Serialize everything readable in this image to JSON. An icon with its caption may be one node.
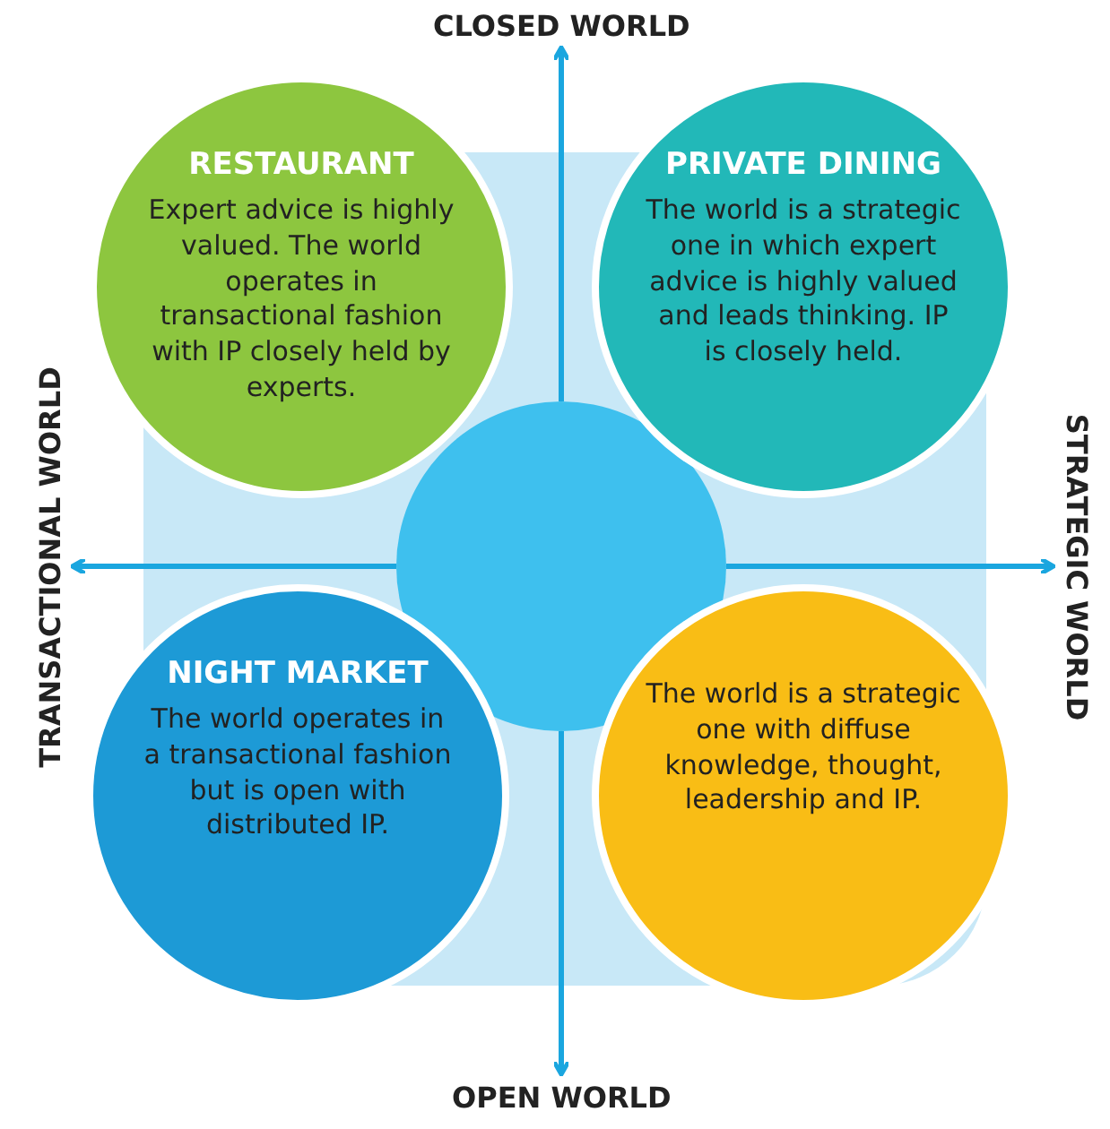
{
  "diagram": {
    "nodes": [
      {
        "text": [
          "RESTAURANT",
          "Expert advice is highly valued. The world operates in transactional fashion with IP closely held by experts."
        ]
      },
      {
        "text": [
          "PRIVATE DINING",
          "The world is a strategic one in which expert advice is highly valued and leads thinking. IP is closely held."
        ]
      },
      {
        "text": [
          "NIGHT MARKET",
          "The world operates in a transactional fashion but is open with distributed IP."
        ]
      },
      {
        "text": [
          "The world is a strategic one with diffuse knowledge, thought, leadership and IP."
        ]
      },
      {
        "text": [],
        "shape": "circle"
      },
      {
        "text": [
          "CLOSED WORLD"
        ]
      },
      {
        "text": [
          "TRANSACTIONAL WORLD"
        ]
      },
      {
        "text": [
          "STRATEGIC WORLD"
        ]
      },
      {
        "text": [
          "OPEN WORLD"
        ]
      }
    ],
    "edges": [
      {
        "from": 4,
        "to": 5,
        "arrow": "to"
      },
      {
        "from": 4,
        "to": 6,
        "arrow": "to"
      },
      {
        "from": 4,
        "to": 7,
        "arrow": "to"
      },
      {
        "from": 4,
        "to": 8,
        "arrow": "to"
      }
    ]
  }
}
